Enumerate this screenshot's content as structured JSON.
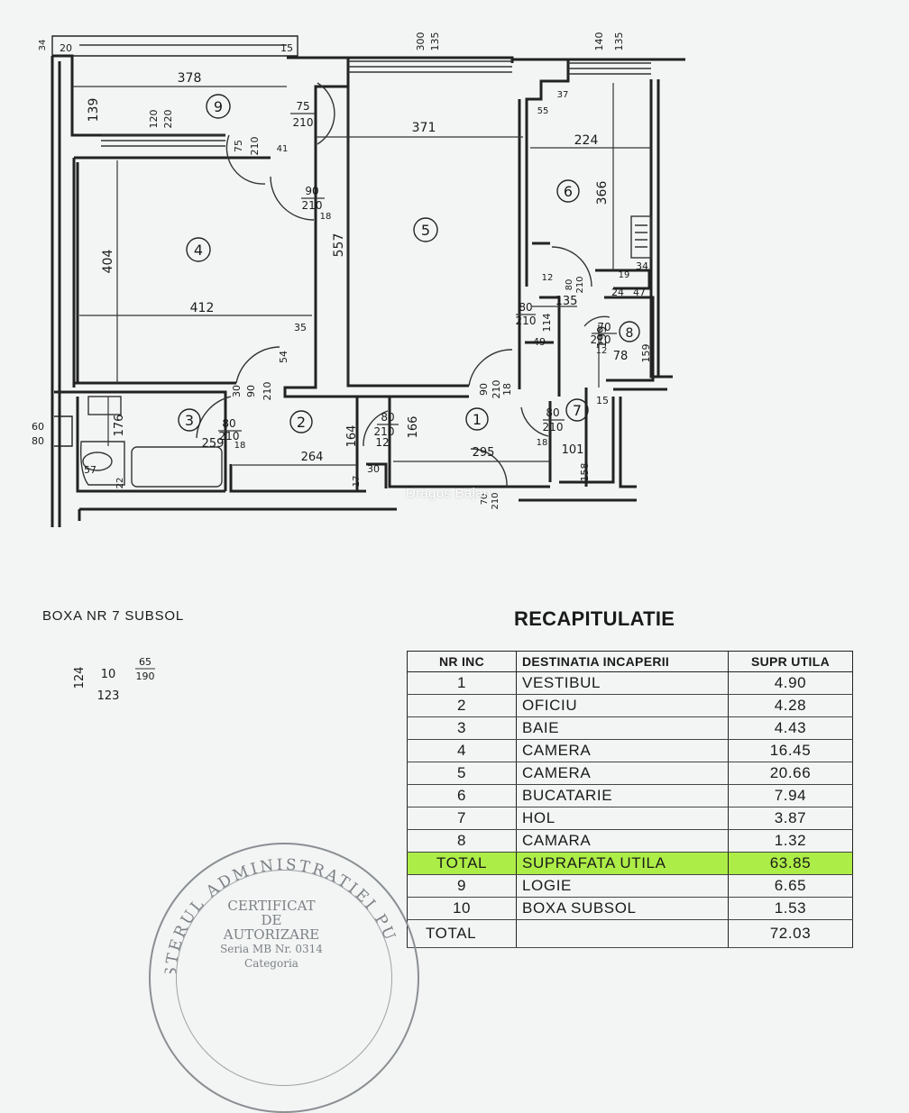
{
  "watermark": "Dragos Bajan",
  "plan": {
    "rooms": [
      "1",
      "2",
      "3",
      "4",
      "5",
      "6",
      "7",
      "8",
      "9",
      "10"
    ],
    "dims": {
      "d378": "378",
      "d139": "139",
      "d220": "220",
      "d120": "120",
      "d75a": "75",
      "d210a": "210",
      "d75b": "75",
      "d210b": "210",
      "d41": "41",
      "d371": "371",
      "d224": "224",
      "d55": "55",
      "d37": "37",
      "d366": "366",
      "d404": "404",
      "d412": "412",
      "d557": "557",
      "d90a": "90",
      "d210c": "210",
      "d18a": "18",
      "d35": "35",
      "d54": "54",
      "d30": "30",
      "d90b": "90",
      "d210d": "210",
      "d12a": "12",
      "d80a": "80",
      "d210e": "210",
      "d135": "135",
      "d19": "19",
      "d34": "34",
      "d24": "24",
      "d47": "47",
      "d80b": "80",
      "d210f": "210",
      "d114": "114",
      "d49": "49",
      "d199": "199",
      "d70a": "70",
      "d210g": "210",
      "d12b": "12",
      "d78": "78",
      "d159": "159",
      "d90c": "90",
      "d210h": "210",
      "d18b": "18",
      "d15": "15",
      "d80c": "80",
      "d210i": "210",
      "d18c": "18",
      "d80d": "80",
      "d210j": "210",
      "d18d": "18",
      "d80e": "80",
      "d210k": "210",
      "d12c": "12",
      "d176": "176",
      "d259": "259",
      "d264": "264",
      "d164": "164",
      "d166": "166",
      "d295": "295",
      "d101": "101",
      "d158": "158",
      "d17": "17",
      "d30b": "30",
      "d70b": "70",
      "d210l": "210",
      "d57": "57",
      "d22": "22",
      "d60": "60",
      "d80f": "80",
      "d34top": "34",
      "d20": "20",
      "d15top": "15",
      "d300": "300",
      "d135top": "135",
      "d140": "140",
      "d135top2": "135",
      "d124": "124",
      "d123": "123",
      "d65": "65",
      "d190": "190"
    }
  },
  "boxa_title": "BOXA NR 7 SUBSOL",
  "recap": {
    "title": "RECAPITULATIE",
    "headers": [
      "NR INC",
      "DESTINATIA INCAPERII",
      "SUPR UTILA"
    ],
    "rows": [
      [
        "1",
        "VESTIBUL",
        "4.90"
      ],
      [
        "2",
        "OFICIU",
        "4.28"
      ],
      [
        "3",
        "BAIE",
        "4.43"
      ],
      [
        "4",
        "CAMERA",
        "16.45"
      ],
      [
        "5",
        "CAMERA",
        "20.66"
      ],
      [
        "6",
        "BUCATARIE",
        "7.94"
      ],
      [
        "7",
        "HOL",
        "3.87"
      ],
      [
        "8",
        "CAMARA",
        "1.32"
      ],
      [
        "TOTAL",
        "SUPRAFATA UTILA",
        "63.85"
      ],
      [
        "9",
        "LOGIE",
        "6.65"
      ],
      [
        "10",
        "BOXA SUBSOL",
        "1.53"
      ],
      [
        "TOTAL",
        "",
        "72.03"
      ]
    ],
    "highlight_color": "#a0eb28"
  },
  "stamp": {
    "ring": "STERUL ADMINISTRATIEI PU",
    "line1": "CERTIFICAT",
    "line2": "DE",
    "line3": "AUTORIZARE",
    "line4": "Seria MB Nr. 0314",
    "line5": "Categoria"
  }
}
